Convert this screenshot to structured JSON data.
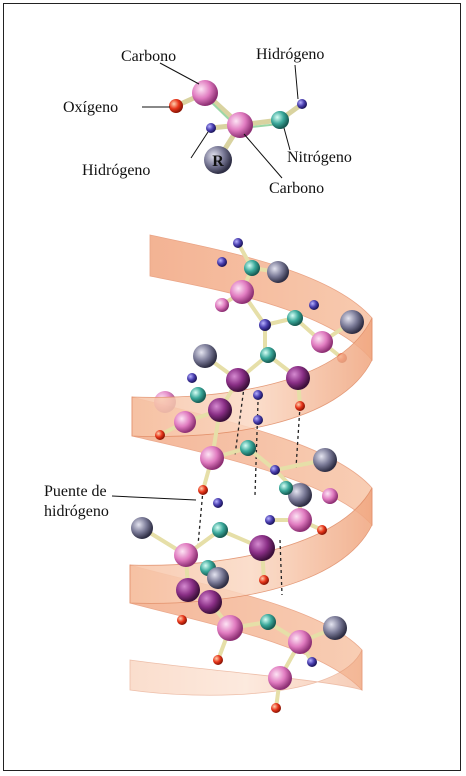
{
  "labels": {
    "carbono_top": "Carbono",
    "hidrogeno_top": "Hidrógeno",
    "oxigeno": "Oxígeno",
    "r_group": "R",
    "hidrogeno_left": "Hidrógeno",
    "nitrogeno": "Nitrógeno",
    "carbono_bottom": "Carbono",
    "puente_line1": "Puente de",
    "puente_line2": "hidrógeno"
  },
  "colors": {
    "carbon": "#e07bc0",
    "nitrogen": "#3aa89a",
    "hydrogen": "#4a3fb0",
    "oxygen": "#e8351a",
    "r_group": "#5a5a78",
    "ribbon": "#f6b48f",
    "bond": "#e9e3b0"
  }
}
